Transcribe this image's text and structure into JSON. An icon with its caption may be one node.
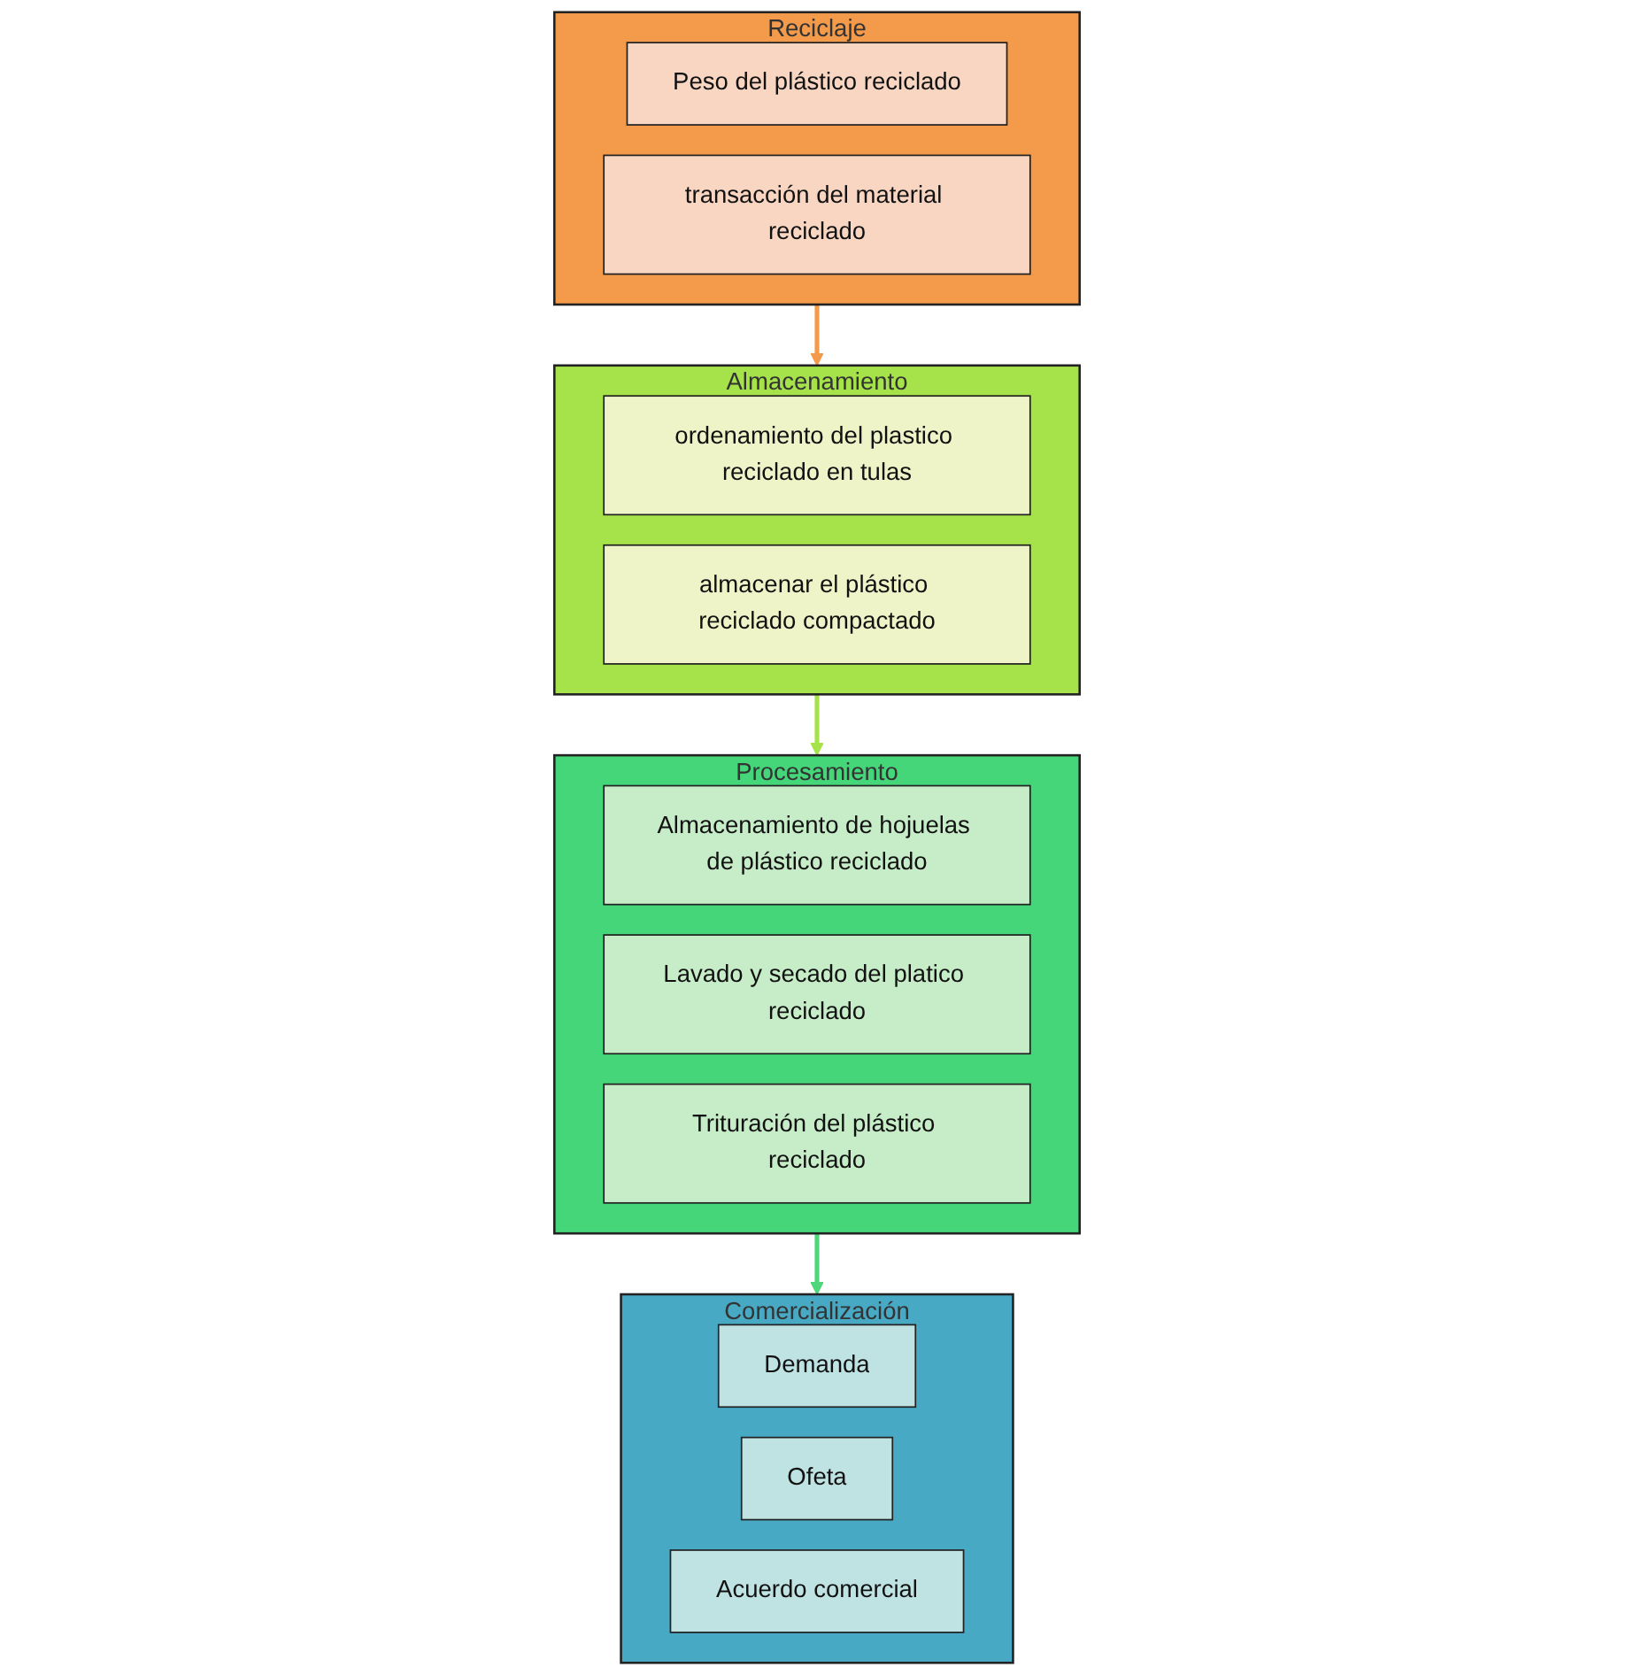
{
  "diagram": {
    "nodes": [
      {
        "text": [
          "Reciclaje"
        ]
      },
      {
        "text": [
          "Peso del plástico reciclado"
        ],
        "in": 0
      },
      {
        "text": [
          "transacción del material reciclado"
        ],
        "in": 0
      },
      {
        "text": [
          "Almacenamiento"
        ]
      },
      {
        "text": [
          "ordenamiento del plastico reciclado en tulas"
        ],
        "in": 3
      },
      {
        "text": [
          "almacenar el plástico reciclado compactado"
        ],
        "in": 3
      },
      {
        "text": [
          "Procesamiento"
        ]
      },
      {
        "text": [
          "Almacenamiento de hojuelas de plástico reciclado"
        ],
        "in": 6
      },
      {
        "text": [
          "Lavado y secado del platico reciclado"
        ],
        "in": 6
      },
      {
        "text": [
          "Trituración del plástico reciclado"
        ],
        "in": 6
      },
      {
        "text": [
          "Comercialización"
        ]
      },
      {
        "text": [
          "Demanda"
        ],
        "in": 10
      },
      {
        "text": [
          "Ofeta"
        ],
        "in": 10
      },
      {
        "text": [
          "Acuerdo comercial"
        ],
        "in": 10
      }
    ],
    "edges": [
      {
        "from": 0,
        "to": 3,
        "arrow": "to",
        "color": "#f39a4b"
      },
      {
        "from": 3,
        "to": 6,
        "arrow": "to",
        "color": "#a6e34a"
      },
      {
        "from": 6,
        "to": 10,
        "arrow": "to",
        "color": "#4fd67a"
      }
    ]
  }
}
